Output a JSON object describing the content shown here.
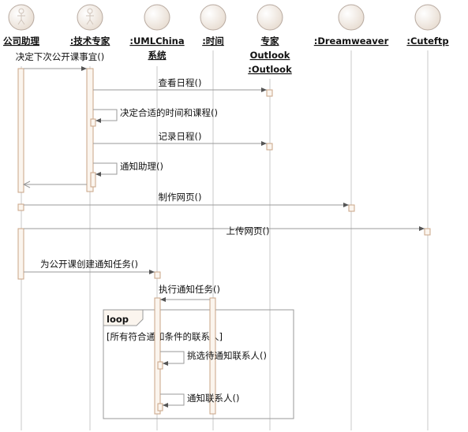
{
  "lifelines": [
    {
      "id": "assistant",
      "lines": [
        "公司助理"
      ]
    },
    {
      "id": "expert",
      "lines": [
        ":技术专家"
      ]
    },
    {
      "id": "system",
      "lines": [
        ":UMLChina",
        "系统"
      ]
    },
    {
      "id": "time",
      "lines": [
        ":时间"
      ]
    },
    {
      "id": "outlook",
      "lines": [
        "专家",
        "Outlook",
        ":Outlook"
      ]
    },
    {
      "id": "dreamweaver",
      "lines": [
        ":Dreamweaver"
      ]
    },
    {
      "id": "cuteftp",
      "lines": [
        ":Cuteftp"
      ]
    }
  ],
  "messages": [
    {
      "id": "m1",
      "text": "决定下次公开课事宜()"
    },
    {
      "id": "m2",
      "text": "查看日程()"
    },
    {
      "id": "m3",
      "text": "决定合适的时间和课程()"
    },
    {
      "id": "m4",
      "text": "记录日程()"
    },
    {
      "id": "m5",
      "text": "通知助理()"
    },
    {
      "id": "m6",
      "text": "制作网页()"
    },
    {
      "id": "m7",
      "text": "上传网页()"
    },
    {
      "id": "m8",
      "text": "为公开课创建通知任务()"
    },
    {
      "id": "m9",
      "text": "执行通知任务()"
    },
    {
      "id": "m10",
      "text": "挑选待通知联系人()"
    },
    {
      "id": "m11",
      "text": "通知联系人()"
    }
  ],
  "fragment": {
    "operator": "loop",
    "guard": "[所有符合通知条件的联系人]"
  }
}
